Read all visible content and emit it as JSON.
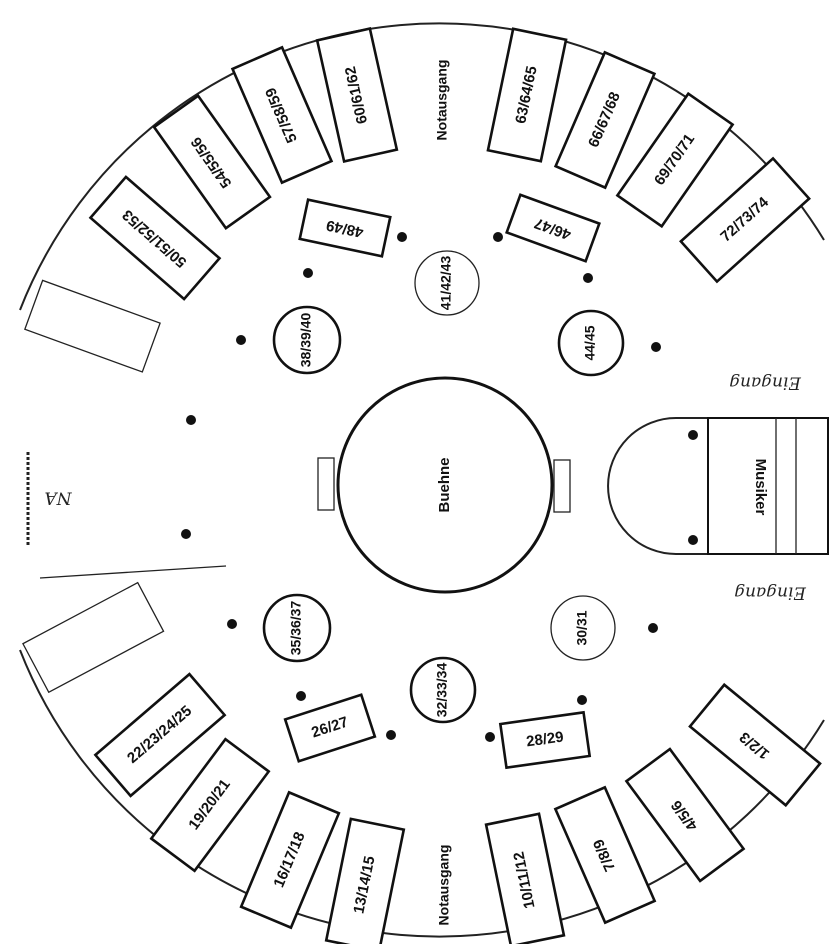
{
  "title": "Seating plan",
  "outer_tables_top": [
    "50/51/52/53",
    "54/55/56",
    "57/58/59",
    "60/61/62",
    "63/64/65",
    "66/67/68",
    "69/70/71",
    "72/73/74"
  ],
  "outer_tables_bottom": [
    "22/23/24/25",
    "19/20/21",
    "16/17/18",
    "13/14/15",
    "10/11/12",
    "7/8/9",
    "4/5/6",
    "1/2/3"
  ],
  "exits": {
    "top": "Notausgang",
    "bottom": "Notausgang",
    "side": "NA"
  },
  "inner_rect_tables": [
    "48/49",
    "46/47",
    "26/27",
    "28/29"
  ],
  "round_tables": [
    "41/42/43",
    "38/39/40",
    "44/45",
    "35/36/37",
    "30/31",
    "32/33/34"
  ],
  "stage": "Buehne",
  "musicians": "Musiker",
  "entrances": [
    "Eingang",
    "Eingang"
  ]
}
